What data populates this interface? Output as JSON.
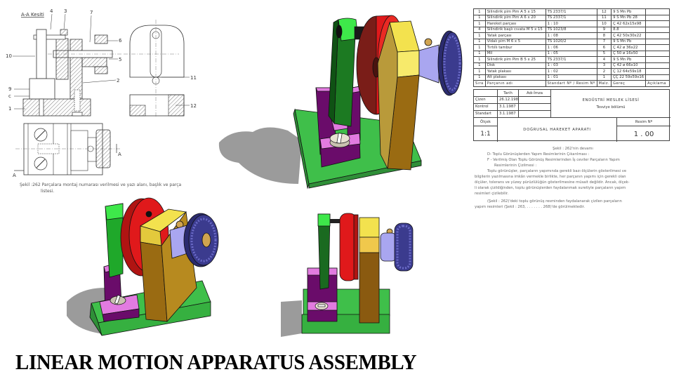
{
  "title": "LINEAR MOTION APPARATUS ASSEMBLY",
  "drawing": {
    "section_label": "A-A Kesiti",
    "part_labels": [
      "4",
      "3",
      "7",
      "6",
      "5",
      "10",
      "2",
      "9",
      "c",
      "1",
      "11",
      "12"
    ],
    "view_marker": "A",
    "caption_line1": "Şekil :262  Parçalara montaj numarası verilmesi ve yazı alanı, başlık ve parça",
    "caption_line2": "listesi."
  },
  "parts_list": {
    "rows": [
      {
        "qty": "1",
        "name": "Silindirik pim   Pim A 5 x 15",
        "std": "TS 2337/1",
        "no": "12",
        "mat": "9 S Mn Pb",
        "note": ""
      },
      {
        "qty": "1",
        "name": "Silindirik pim   Pim A 6 x 20",
        "std": "TS 2337/1",
        "no": "11",
        "mat": "9 S Mn Pb 28",
        "note": ""
      },
      {
        "qty": "1",
        "name": "Hareket parçası",
        "std": "1 : 10",
        "no": "10",
        "mat": "Ç 42 62x15x98",
        "note": ""
      },
      {
        "qty": "4",
        "name": "Silindirik başlı cıvata M 5 x 15",
        "std": "TS 1023/8",
        "no": "9",
        "mat": "8.8",
        "note": ""
      },
      {
        "qty": "1",
        "name": "Yatak parçası",
        "std": "1 : 08",
        "no": "8",
        "mat": "Ç 42 50x30x22",
        "note": ""
      },
      {
        "qty": "1",
        "name": "Vidalı pim   M 6 x 5",
        "std": "TS 1020/2",
        "no": "7",
        "mat": "9 S Mn Pb",
        "note": ""
      },
      {
        "qty": "1",
        "name": "Tırtıllı tambur",
        "std": "1 : 06",
        "no": "6",
        "mat": "Ç 42 ø 36x22",
        "note": ""
      },
      {
        "qty": "1",
        "name": "Mil",
        "std": "1 : 05",
        "no": "5",
        "mat": "Ç 50 ø 16x50",
        "note": ""
      },
      {
        "qty": "1",
        "name": "Silindirik pim   Pim  B 5 x 25",
        "std": "TS 2337/1",
        "no": "4",
        "mat": "9 S Mn Pb",
        "note": ""
      },
      {
        "qty": "1",
        "name": "Disk",
        "std": "1 : 03",
        "no": "3",
        "mat": "Ç 42 ø 66x10",
        "note": ""
      },
      {
        "qty": "1",
        "name": "Yatak plakası",
        "std": "1 : 02",
        "no": "2",
        "mat": "Ç 12 64x59x18",
        "note": ""
      },
      {
        "qty": "1",
        "name": "Alt plakası",
        "std": "1 : 01",
        "no": "1",
        "mat": "ÇÇ 22 59x59x16",
        "note": ""
      }
    ],
    "header": {
      "qty": "Sıra",
      "name": "Parçanın adı",
      "std": "Standart Nº / Resim Nº",
      "no": "Malz.",
      "mat": "Gereç",
      "note": "Açıklama"
    }
  },
  "title_block": {
    "col_date": "Tarih",
    "col_sign": "Adı-İmza",
    "rows": [
      {
        "label": "Çizen",
        "date": "26.12.1986"
      },
      {
        "label": "Kontrol",
        "date": "3.1.1987"
      },
      {
        "label": "Standart",
        "date": "3.1.1987"
      }
    ],
    "school": "ENDÜSTRİ MESLEK LİSESİ",
    "department": "Tesviye bölümü",
    "scale_label": "Ölçek",
    "scale_value": "1:1",
    "drawing_title": "DOĞRUSAL HAREKET APARATI",
    "drawing_no_label": "Resim Nº",
    "drawing_no": "1 . 00"
  },
  "notes": {
    "heading": "Şekil : 262'nin devamı",
    "item_d": "D- Toplu Görünüşlerden Yapım Resimlerinin Çıkarılması :",
    "item_f1": "F - Verilmiş Olan Toplu Görünüş Resimlerinden İş ceviler Parçaların Yapım",
    "item_f2": "Resimlerinin Çizilmesi :",
    "para1": "Toplu görünüşler, parçaların yapımında gerekli bazı ölçülerin gösterilmesi ve",
    "para2": "bilgilerin yazılmasına imkân vermekle birlikte, her parçanın yapımı için gerekli olan",
    "para3": "ölçüler, tolerans ve yüzey pürüzlülüğün gösterilmesine müsait değildir. Ancak, ölçek-",
    "para4": "li olarak çizildiğinden, toplu görünüşlerden faydalanmak suretiyle parçaların yapım",
    "para5": "resimleri çizilebilir.",
    "para6": "(Şekil : 262)'deki toplu görünüş resminden faydalanarak çizilen parçaların",
    "para7": "yapım resimleri (Şekil : 263, . . . . . . . 268)'de görülmektedir."
  },
  "colors": {
    "base_green": "#3fbf4a",
    "base_green_dark": "#2f8f38",
    "arm_green": "#1fa82a",
    "arm_green_light": "#3ee84a",
    "disk_red": "#e0191b",
    "disk_red_dark": "#7a1d18",
    "bracket_yellow": "#f3e24e",
    "bracket_brown": "#9a6b12",
    "block_pink": "#e27be0",
    "block_purple": "#6a0c6a",
    "knob_blue": "#3b3b8e",
    "hub_lavender": "#a9a6f0",
    "screw_gray": "#c9c2b0",
    "shadow_gray": "#8a8a8a"
  }
}
